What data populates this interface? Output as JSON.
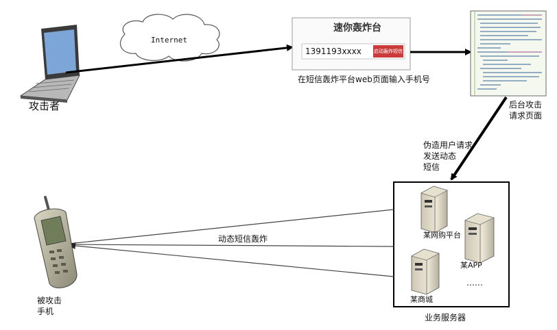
{
  "labels": {
    "internet": "Internet",
    "attacker": "攻击者",
    "platform_caption": "在短信轰炸平台web页面输入手机号",
    "backend_line1": "后台攻击",
    "backend_line2": "请求页面",
    "forge_line1": "伪造用户请求",
    "forge_line2": "发送动态",
    "forge_line3": "短信",
    "sms_bomb": "动态短信轰炸",
    "victim_line1": "被攻击",
    "victim_line2": "手机",
    "business_servers": "业务服务器",
    "server_shop": "某网购平台",
    "server_app": "某APP",
    "server_mall": "某商城",
    "ellipsis": "……"
  },
  "platform_page": {
    "title": "速你轰炸台",
    "phone_value": "1391193xxxx",
    "button_label": "启动轰炸短信"
  },
  "colors": {
    "arrow": "#000000",
    "button": "#cc3b3b",
    "cloud_stroke": "#555555",
    "code_bg": "#f4f8ee"
  }
}
